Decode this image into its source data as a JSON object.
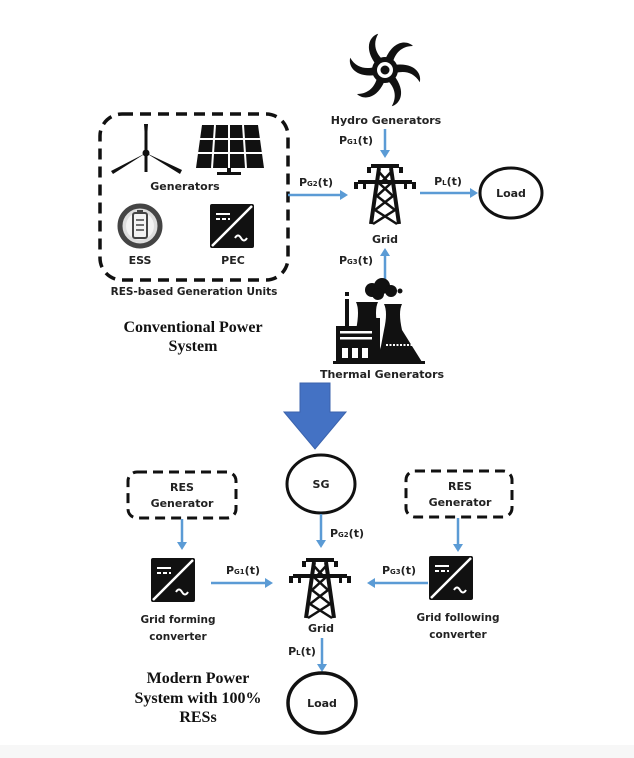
{
  "conventional": {
    "title_line1": "Conventional Power",
    "title_line2": "System",
    "res_units_label": "RES-based Generation Units",
    "generators_label": "Generators",
    "ess_label": "ESS",
    "pec_label": "PEC",
    "hydro_label": "Hydro Generators",
    "thermal_label": "Thermal Generators",
    "grid_label": "Grid",
    "load_label": "Load",
    "flows": {
      "pg1": {
        "p": "P",
        "sub": "G1",
        "t": "(t)"
      },
      "pg2": {
        "p": "P",
        "sub": "G2",
        "t": "(t)"
      },
      "pg3": {
        "p": "P",
        "sub": "G3",
        "t": "(t)"
      },
      "pl": {
        "p": "P",
        "sub": "L",
        "t": "(t)"
      }
    },
    "icons": [
      "wind-turbine-icon",
      "solar-panel-icon",
      "battery-icon",
      "converter-icon",
      "hydro-turbine-icon",
      "transmission-tower-icon",
      "thermal-plant-icon"
    ]
  },
  "transition_arrow": {
    "color": "#4472c4"
  },
  "modern": {
    "title_line1": "Modern Power",
    "title_line2": "System with 100%",
    "title_line3": "RESs",
    "res_gen_left_line1": "RES",
    "res_gen_left_line2": "Generator",
    "res_gen_right_line1": "RES",
    "res_gen_right_line2": "Generator",
    "sg_label": "SG",
    "gfm_line1": "Grid forming",
    "gfm_line2": "converter",
    "gfl_line1": "Grid following",
    "gfl_line2": "converter",
    "grid_label": "Grid",
    "load_label": "Load",
    "flows": {
      "pg1": {
        "p": "P",
        "sub": "G1",
        "t": "(t)"
      },
      "pg2": {
        "p": "P",
        "sub": "G2",
        "t": "(t)"
      },
      "pg3": {
        "p": "P",
        "sub": "G3",
        "t": "(t)"
      },
      "pl": {
        "p": "P",
        "sub": "L",
        "t": "(t)"
      }
    }
  },
  "colors": {
    "flow_arrow": "#5b9bd5",
    "transition_arrow": "#4472c4",
    "ink": "#111111"
  }
}
